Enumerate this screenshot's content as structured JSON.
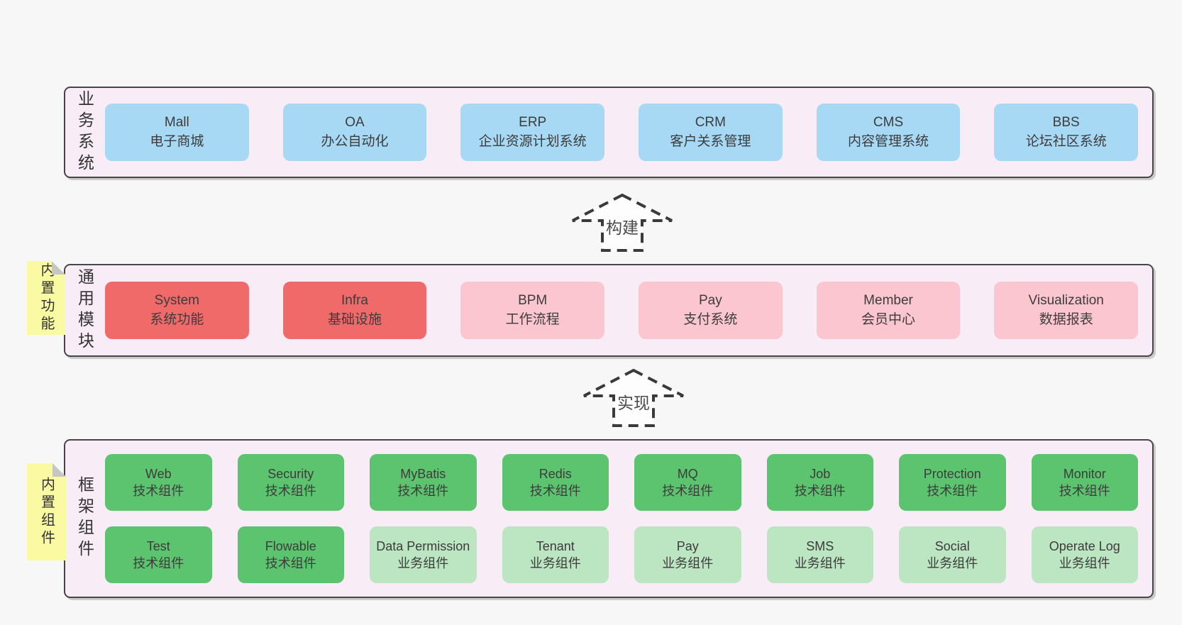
{
  "colors": {
    "page_bg": "#f7f7f7",
    "layer_bg": "#f8edf6",
    "layer_border": "#464646",
    "box_blue": "#a7d9f5",
    "box_red": "#f16a6a",
    "box_pink": "#fbc6d0",
    "box_green": "#5cc36e",
    "box_light_green": "#bce5c2",
    "sticky_yellow": "#fafaa2",
    "sticky_fold_gray": "#c6c6c6",
    "text": "#333333"
  },
  "layers": {
    "business": {
      "label": "业务系统",
      "boxes": [
        {
          "title": "Mall",
          "subtitle": "电子商城"
        },
        {
          "title": "OA",
          "subtitle": "办公自动化"
        },
        {
          "title": "ERP",
          "subtitle": "企业资源计划系统"
        },
        {
          "title": "CRM",
          "subtitle": "客户关系管理"
        },
        {
          "title": "CMS",
          "subtitle": "内容管理系统"
        },
        {
          "title": "BBS",
          "subtitle": "论坛社区系统"
        }
      ]
    },
    "modules": {
      "label": "通用模块",
      "sticky": "内置功能",
      "boxes": [
        {
          "title": "System",
          "subtitle": "系统功能"
        },
        {
          "title": "Infra",
          "subtitle": "基础设施"
        },
        {
          "title": "BPM",
          "subtitle": "工作流程"
        },
        {
          "title": "Pay",
          "subtitle": "支付系统"
        },
        {
          "title": "Member",
          "subtitle": "会员中心"
        },
        {
          "title": "Visualization",
          "subtitle": "数据报表"
        }
      ]
    },
    "components": {
      "label": "框架组件",
      "sticky": "内置组件",
      "row1": [
        {
          "title": "Web",
          "subtitle": "技术组件"
        },
        {
          "title": "Security",
          "subtitle": "技术组件"
        },
        {
          "title": "MyBatis",
          "subtitle": "技术组件"
        },
        {
          "title": "Redis",
          "subtitle": "技术组件"
        },
        {
          "title": "MQ",
          "subtitle": "技术组件"
        },
        {
          "title": "Job",
          "subtitle": "技术组件"
        },
        {
          "title": "Protection",
          "subtitle": "技术组件"
        },
        {
          "title": "Monitor",
          "subtitle": "技术组件"
        }
      ],
      "row2": [
        {
          "title": "Test",
          "subtitle": "技术组件"
        },
        {
          "title": "Flowable",
          "subtitle": "技术组件"
        },
        {
          "title": "Data Permission",
          "subtitle": "业务组件"
        },
        {
          "title": "Tenant",
          "subtitle": "业务组件"
        },
        {
          "title": "Pay",
          "subtitle": "业务组件"
        },
        {
          "title": "SMS",
          "subtitle": "业务组件"
        },
        {
          "title": "Social",
          "subtitle": "业务组件"
        },
        {
          "title": "Operate Log",
          "subtitle": "业务组件"
        }
      ]
    }
  },
  "arrows": {
    "build": {
      "label": "构建"
    },
    "implement": {
      "label": "实现"
    }
  }
}
